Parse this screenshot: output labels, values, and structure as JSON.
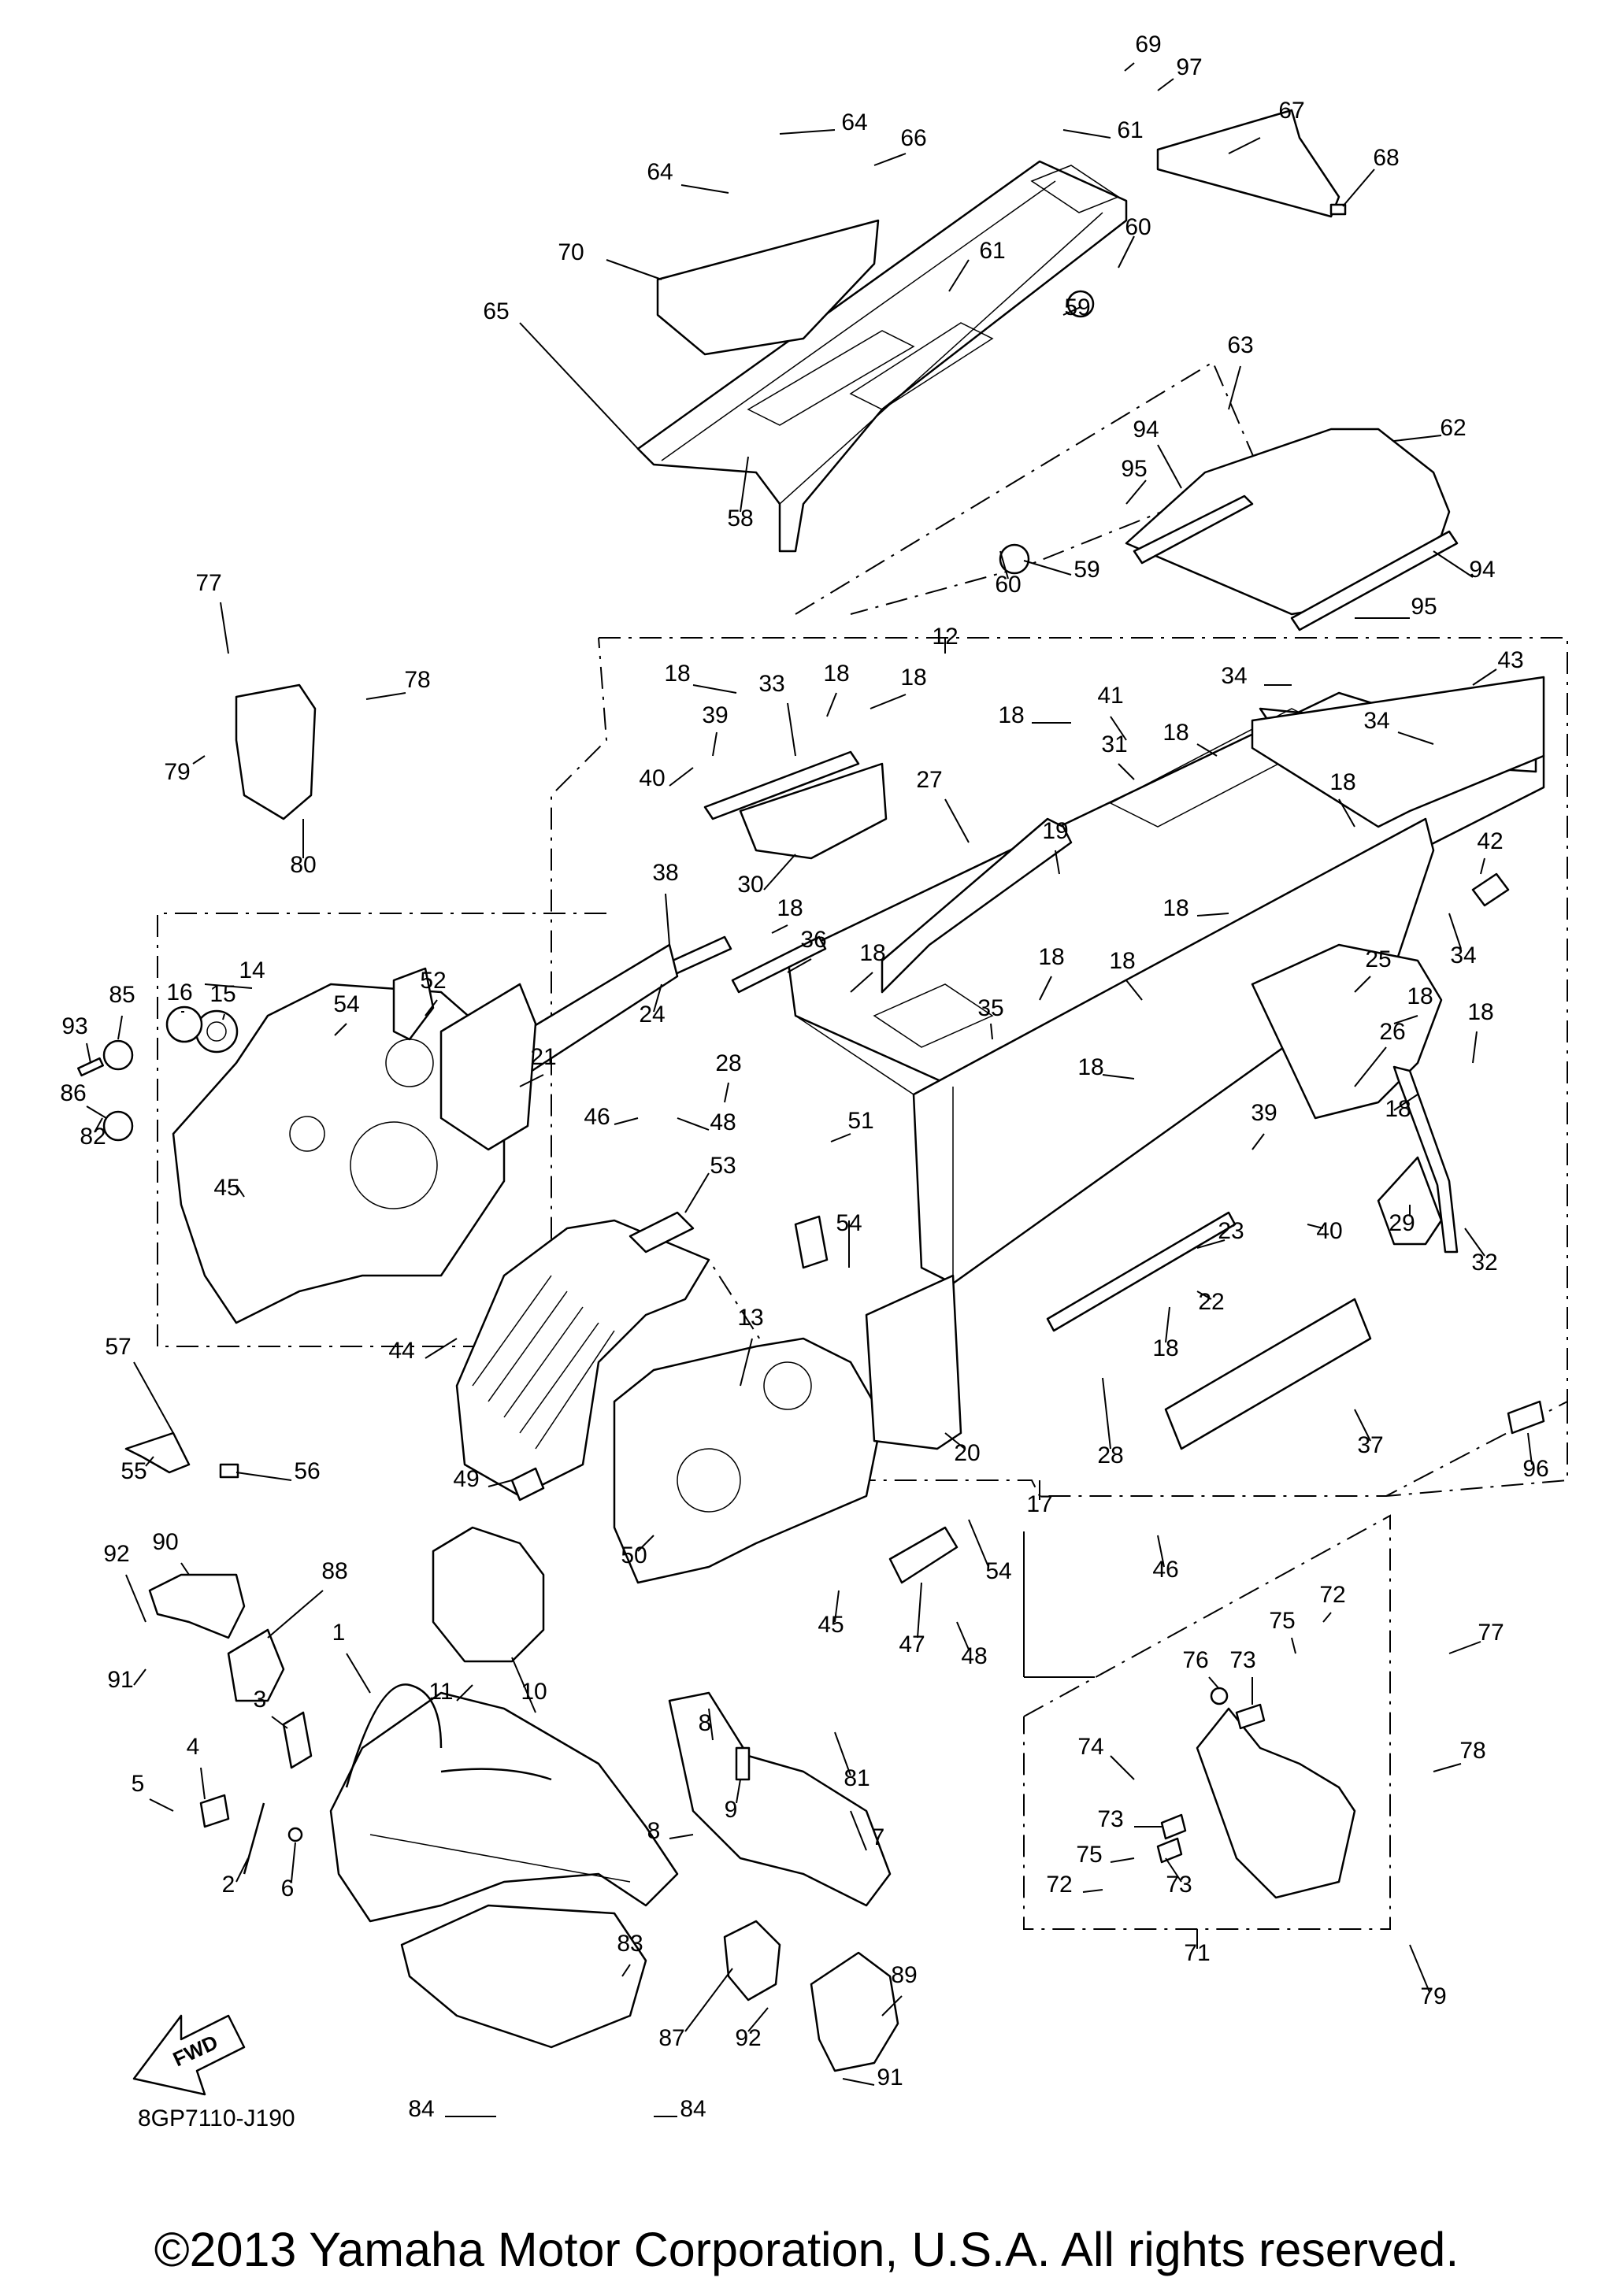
{
  "diagram_code": "8GP7110-J190",
  "fwd_label": "FWD",
  "copyright": "©2013 Yamaha Motor Corporation, U.S.A. All rights reserved.",
  "callouts": [
    {
      "key": "69",
      "label": "69"
    },
    {
      "key": "97",
      "label": "97"
    },
    {
      "key": "64a",
      "label": "64"
    },
    {
      "key": "61a",
      "label": "61"
    },
    {
      "key": "67",
      "label": "67"
    },
    {
      "key": "68",
      "label": "68"
    },
    {
      "key": "64b",
      "label": "64"
    },
    {
      "key": "66",
      "label": "66"
    },
    {
      "key": "60a",
      "label": "60"
    },
    {
      "key": "70",
      "label": "70"
    },
    {
      "key": "61b",
      "label": "61"
    },
    {
      "key": "59a",
      "label": "59"
    },
    {
      "key": "65",
      "label": "65"
    },
    {
      "key": "63",
      "label": "63"
    },
    {
      "key": "62",
      "label": "62"
    },
    {
      "key": "94a",
      "label": "94"
    },
    {
      "key": "95a",
      "label": "95"
    },
    {
      "key": "58",
      "label": "58"
    },
    {
      "key": "59b",
      "label": "59"
    },
    {
      "key": "94b",
      "label": "94"
    },
    {
      "key": "60b",
      "label": "60"
    },
    {
      "key": "95b",
      "label": "95"
    },
    {
      "key": "77a",
      "label": "77"
    },
    {
      "key": "12",
      "label": "12"
    },
    {
      "key": "78a",
      "label": "78"
    },
    {
      "key": "18a",
      "label": "18"
    },
    {
      "key": "33",
      "label": "33"
    },
    {
      "key": "18b",
      "label": "18"
    },
    {
      "key": "18c",
      "label": "18"
    },
    {
      "key": "34a",
      "label": "34"
    },
    {
      "key": "43",
      "label": "43"
    },
    {
      "key": "39a",
      "label": "39"
    },
    {
      "key": "18d",
      "label": "18"
    },
    {
      "key": "41",
      "label": "41"
    },
    {
      "key": "34b",
      "label": "34"
    },
    {
      "key": "79a",
      "label": "79"
    },
    {
      "key": "40a",
      "label": "40"
    },
    {
      "key": "18e",
      "label": "18"
    },
    {
      "key": "31",
      "label": "31"
    },
    {
      "key": "27",
      "label": "27"
    },
    {
      "key": "18f",
      "label": "18"
    },
    {
      "key": "80",
      "label": "80"
    },
    {
      "key": "19",
      "label": "19"
    },
    {
      "key": "42",
      "label": "42"
    },
    {
      "key": "38",
      "label": "38"
    },
    {
      "key": "30",
      "label": "30"
    },
    {
      "key": "18g",
      "label": "18"
    },
    {
      "key": "18h",
      "label": "18"
    },
    {
      "key": "14",
      "label": "14"
    },
    {
      "key": "36",
      "label": "36"
    },
    {
      "key": "34c",
      "label": "34"
    },
    {
      "key": "18i",
      "label": "18"
    },
    {
      "key": "18j",
      "label": "18"
    },
    {
      "key": "18k",
      "label": "18"
    },
    {
      "key": "25",
      "label": "25"
    },
    {
      "key": "85",
      "label": "85"
    },
    {
      "key": "16",
      "label": "16"
    },
    {
      "key": "15",
      "label": "15"
    },
    {
      "key": "54a",
      "label": "54"
    },
    {
      "key": "52",
      "label": "52"
    },
    {
      "key": "35",
      "label": "35"
    },
    {
      "key": "24",
      "label": "24"
    },
    {
      "key": "18l",
      "label": "18"
    },
    {
      "key": "18m",
      "label": "18"
    },
    {
      "key": "93",
      "label": "93"
    },
    {
      "key": "26",
      "label": "26"
    },
    {
      "key": "21",
      "label": "21"
    },
    {
      "key": "18n",
      "label": "18"
    },
    {
      "key": "28a",
      "label": "28"
    },
    {
      "key": "18o",
      "label": "18"
    },
    {
      "key": "86",
      "label": "86"
    },
    {
      "key": "46a",
      "label": "46"
    },
    {
      "key": "82",
      "label": "82"
    },
    {
      "key": "48a",
      "label": "48"
    },
    {
      "key": "51",
      "label": "51"
    },
    {
      "key": "39b",
      "label": "39"
    },
    {
      "key": "45a",
      "label": "45"
    },
    {
      "key": "53",
      "label": "53"
    },
    {
      "key": "29",
      "label": "29"
    },
    {
      "key": "54b",
      "label": "54"
    },
    {
      "key": "23",
      "label": "23"
    },
    {
      "key": "40b",
      "label": "40"
    },
    {
      "key": "32",
      "label": "32"
    },
    {
      "key": "44",
      "label": "44"
    },
    {
      "key": "13",
      "label": "13"
    },
    {
      "key": "22",
      "label": "22"
    },
    {
      "key": "18p",
      "label": "18"
    },
    {
      "key": "57",
      "label": "57"
    },
    {
      "key": "20",
      "label": "20"
    },
    {
      "key": "28b",
      "label": "28"
    },
    {
      "key": "37",
      "label": "37"
    },
    {
      "key": "96",
      "label": "96"
    },
    {
      "key": "55",
      "label": "55"
    },
    {
      "key": "56",
      "label": "56"
    },
    {
      "key": "49",
      "label": "49"
    },
    {
      "key": "17",
      "label": "17"
    },
    {
      "key": "90",
      "label": "90"
    },
    {
      "key": "50",
      "label": "50"
    },
    {
      "key": "54c",
      "label": "54"
    },
    {
      "key": "46b",
      "label": "46"
    },
    {
      "key": "92a",
      "label": "92"
    },
    {
      "key": "88",
      "label": "88"
    },
    {
      "key": "72a",
      "label": "72"
    },
    {
      "key": "45b",
      "label": "45"
    },
    {
      "key": "75a",
      "label": "75"
    },
    {
      "key": "47",
      "label": "47"
    },
    {
      "key": "48b",
      "label": "48"
    },
    {
      "key": "77b",
      "label": "77"
    },
    {
      "key": "1",
      "label": "1"
    },
    {
      "key": "76",
      "label": "76"
    },
    {
      "key": "73a",
      "label": "73"
    },
    {
      "key": "91a",
      "label": "91"
    },
    {
      "key": "11",
      "label": "11"
    },
    {
      "key": "10",
      "label": "10"
    },
    {
      "key": "3",
      "label": "3"
    },
    {
      "key": "4",
      "label": "4"
    },
    {
      "key": "8a",
      "label": "8"
    },
    {
      "key": "81",
      "label": "81"
    },
    {
      "key": "74",
      "label": "74"
    },
    {
      "key": "78b",
      "label": "78"
    },
    {
      "key": "5",
      "label": "5"
    },
    {
      "key": "9",
      "label": "9"
    },
    {
      "key": "73b",
      "label": "73"
    },
    {
      "key": "7",
      "label": "7"
    },
    {
      "key": "75b",
      "label": "75"
    },
    {
      "key": "8b",
      "label": "8"
    },
    {
      "key": "72b",
      "label": "72"
    },
    {
      "key": "73c",
      "label": "73"
    },
    {
      "key": "2",
      "label": "2"
    },
    {
      "key": "6",
      "label": "6"
    },
    {
      "key": "71",
      "label": "71"
    },
    {
      "key": "83",
      "label": "83"
    },
    {
      "key": "89",
      "label": "89"
    },
    {
      "key": "79b",
      "label": "79"
    },
    {
      "key": "87",
      "label": "87"
    },
    {
      "key": "92b",
      "label": "92"
    },
    {
      "key": "91b",
      "label": "91"
    },
    {
      "key": "84a",
      "label": "84"
    },
    {
      "key": "84b",
      "label": "84"
    }
  ]
}
